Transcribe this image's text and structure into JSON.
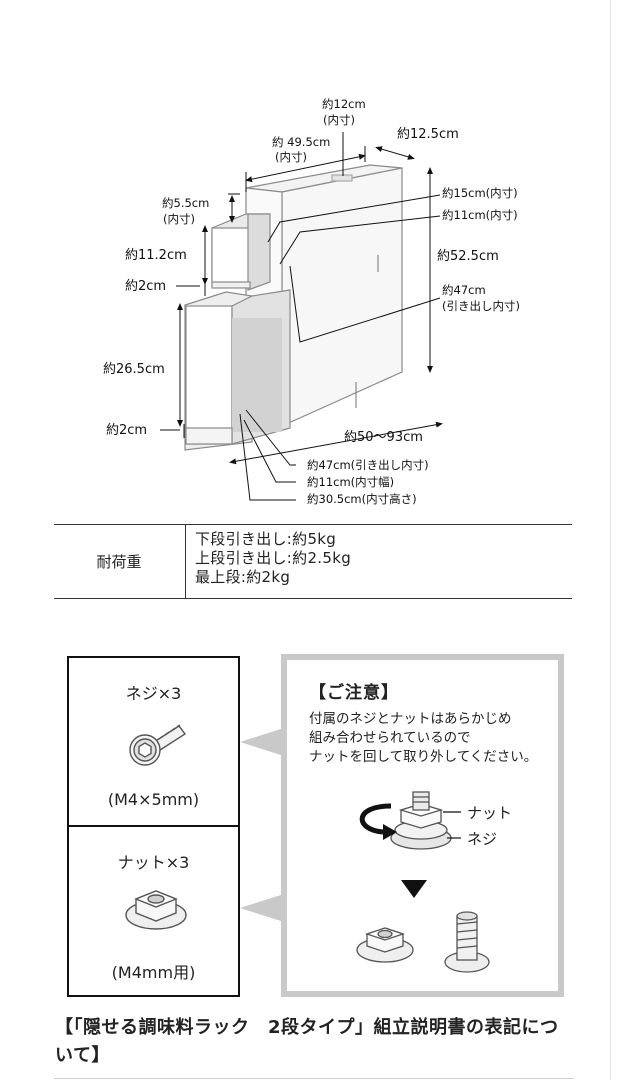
{
  "diagram": {
    "dims": {
      "inner_top_width_label": "約12cm",
      "inner_top_width_sub": "(内寸)",
      "inner_depth_label": "約 49.5cm",
      "inner_depth_sub": "(内寸)",
      "width_label": "約12.5cm",
      "top_shelf_height_label": "約5.5cm",
      "top_shelf_height_sub": "(内寸)",
      "upper_drawer_inner_height": "約15cm(内寸)",
      "upper_drawer_inner_width": "約11cm(内寸)",
      "total_height": "約52.5cm",
      "upper_drawer_inner_depth": "約47cm",
      "upper_drawer_inner_depth_sub": "(引き出し内寸)",
      "upper_drawer_height": "約11.2cm",
      "gap_upper": "約2cm",
      "lower_drawer_height": "約26.5cm",
      "gap_lower": "約2cm",
      "depth_range": "約50〜93cm",
      "lower_drawer_inner_depth": "約47cm(引き出し内寸)",
      "lower_drawer_inner_width": "約11cm(内寸幅)",
      "lower_drawer_inner_height": "約30.5cm(内寸高さ)"
    }
  },
  "load": {
    "label": "耐荷重",
    "values": [
      "下段引き出し:約5kg",
      "上段引き出し:約2.5kg",
      "最上段:約2kg"
    ]
  },
  "parts": {
    "screw": {
      "title": "ネジ×3",
      "spec": "(M4×5mm)",
      "icon": "hex-socket-screw-icon"
    },
    "nut": {
      "title": "ナット×3",
      "spec": "(M4mm用)",
      "icon": "hex-flange-nut-icon"
    }
  },
  "notice": {
    "heading": "【ご注意】",
    "body": [
      "付属のネジとナットはあらかじめ",
      "組み合わせられているので",
      "ナットを回して取り外してください。"
    ],
    "nut_label": "ナット",
    "screw_label": "ネジ",
    "arrow_icon": "down-triangle-icon"
  },
  "section_heading": "【「隠せる調味料ラック　2段タイプ」組立説明書の表記について】"
}
